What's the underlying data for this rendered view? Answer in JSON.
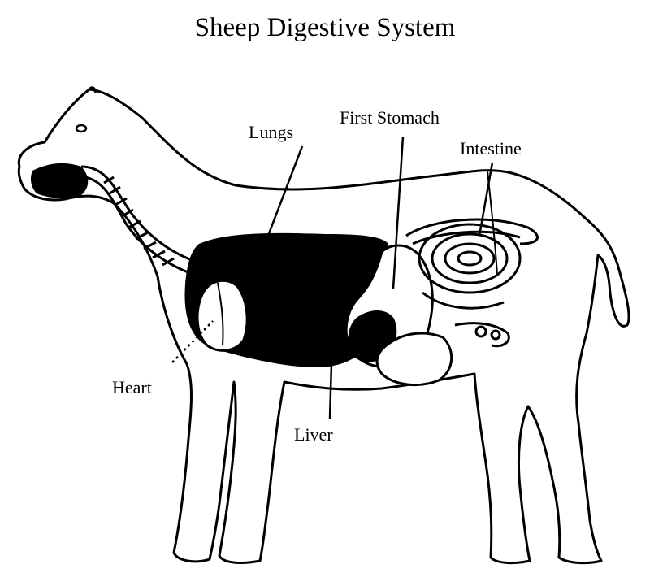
{
  "diagram": {
    "title": "Sheep Digestive System",
    "labels": {
      "lungs": "Lungs",
      "first_stomach": "First Stomach",
      "intestine": "Intestine",
      "heart": "Heart",
      "liver": "Liver"
    }
  }
}
